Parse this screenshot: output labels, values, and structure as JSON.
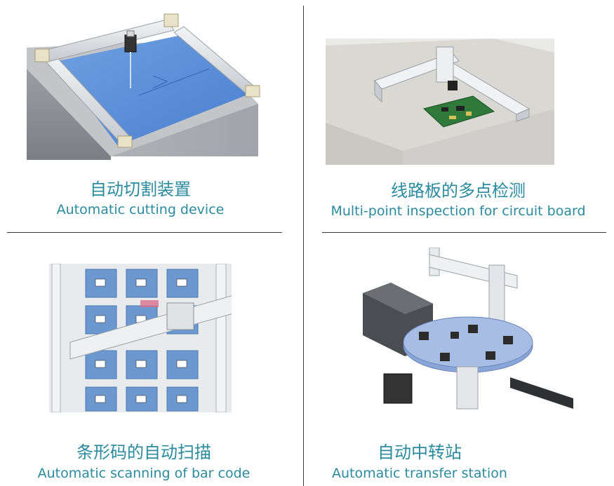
{
  "panels": [
    {
      "title_zh": "自动切割装置",
      "title_en": "Automatic cutting device",
      "icon": "cutting-device-illustration"
    },
    {
      "title_zh": "线路板的多点检测",
      "title_en": "Multi-point inspection for circuit board",
      "icon": "circuit-board-inspection-illustration"
    },
    {
      "title_zh": "条形码的自动扫描",
      "title_en": "Automatic scanning of bar code",
      "icon": "barcode-scanning-illustration"
    },
    {
      "title_zh": "自动中转站",
      "title_en": "Automatic transfer station",
      "icon": "transfer-station-illustration"
    }
  ],
  "colors": {
    "caption": "#2a8a9e",
    "divider": "#3b3b3b",
    "blue_panel": "#5a8ed6",
    "gantry": "#d9dde2"
  }
}
